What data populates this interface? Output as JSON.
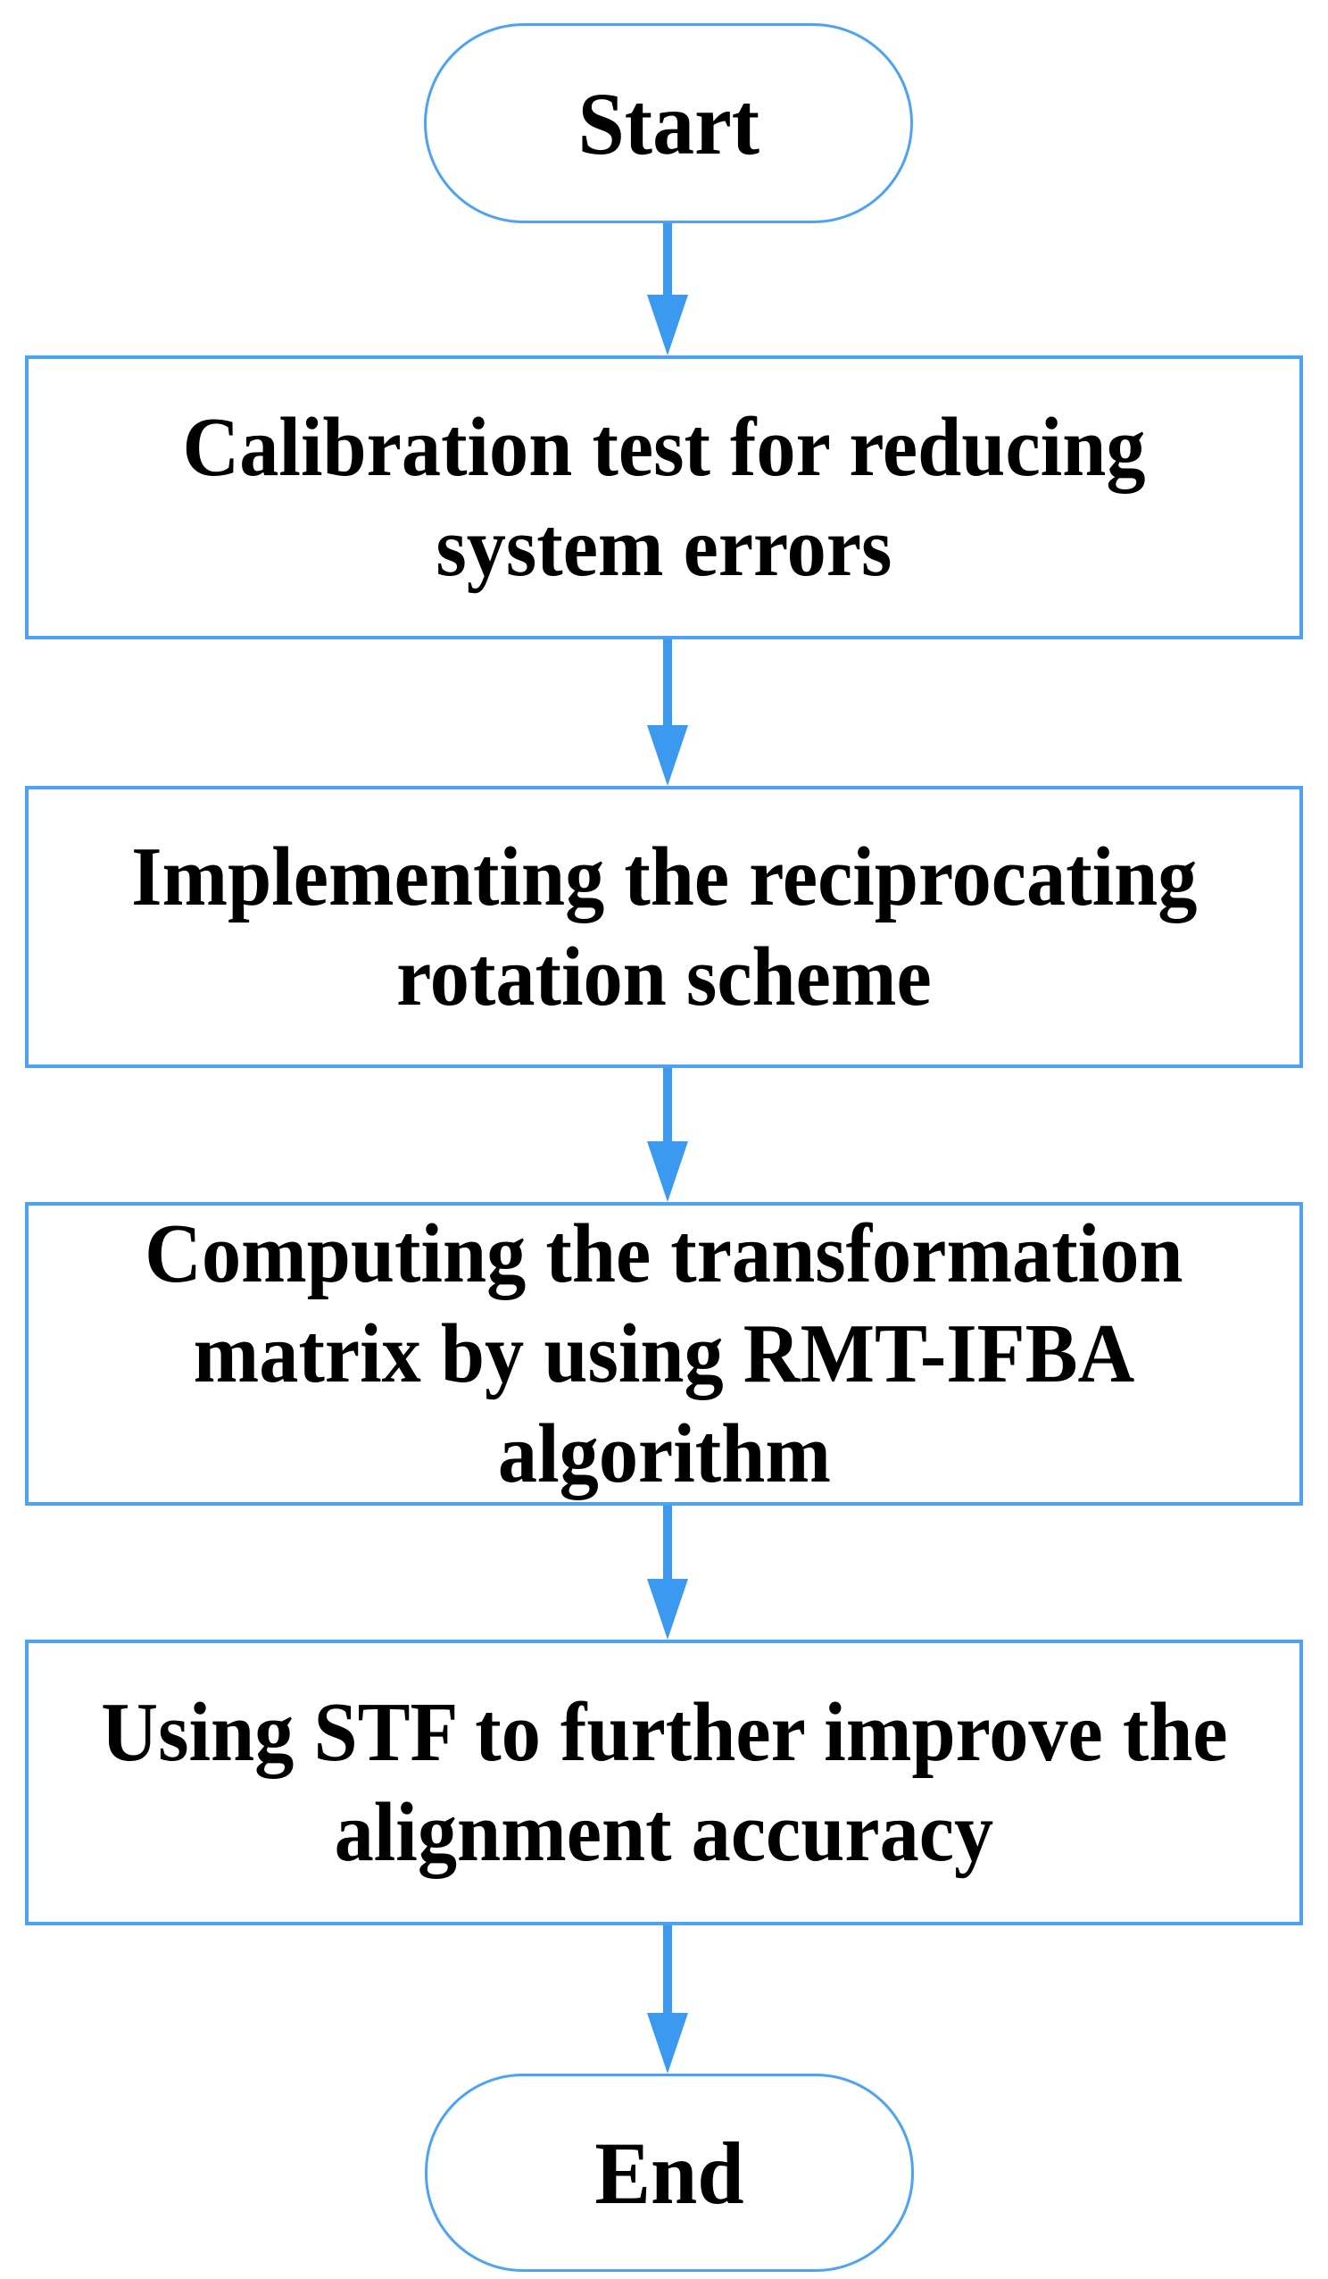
{
  "colors": {
    "shape_border": "#4da3f2",
    "arrow": "#3b9af0",
    "text": "#000000",
    "background": "#ffffff"
  },
  "diagram": {
    "type": "flowchart",
    "direction": "top-down",
    "nodes": [
      {
        "id": "start",
        "shape": "terminator",
        "label": "Start",
        "lines": [
          "Start"
        ]
      },
      {
        "id": "step1",
        "shape": "process",
        "label": "Calibration test for reducing system errors",
        "lines": [
          "Calibration test for reducing",
          "system errors"
        ]
      },
      {
        "id": "step2",
        "shape": "process",
        "label": "Implementing the reciprocating rotation scheme",
        "lines": [
          "Implementing the reciprocating",
          "rotation scheme"
        ]
      },
      {
        "id": "step3",
        "shape": "process",
        "label": "Computing the transformation matrix by using RMT-IFBA algorithm",
        "lines": [
          "Computing the transformation",
          "matrix by using RMT-IFBA",
          "algorithm"
        ]
      },
      {
        "id": "step4",
        "shape": "process",
        "label": "Using STF to further improve the alignment accuracy",
        "lines": [
          "Using STF to further improve the",
          "alignment accuracy"
        ]
      },
      {
        "id": "end",
        "shape": "terminator",
        "label": "End",
        "lines": [
          "End"
        ]
      }
    ],
    "edges": [
      {
        "from": "start",
        "to": "step1"
      },
      {
        "from": "step1",
        "to": "step2"
      },
      {
        "from": "step2",
        "to": "step3"
      },
      {
        "from": "step3",
        "to": "step4"
      },
      {
        "from": "step4",
        "to": "end"
      }
    ]
  }
}
